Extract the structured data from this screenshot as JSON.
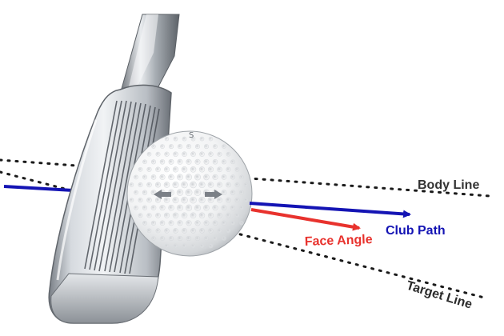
{
  "labels": {
    "body_line": "Body Line",
    "club_path": "Club Path",
    "face_angle": "Face Angle",
    "target_line": "Target Line"
  },
  "colors": {
    "club_path": "#1414b4",
    "face_angle": "#e8322d",
    "dotted_line": "#1a1a1a",
    "body_label": "#333333",
    "target_label": "#2a2a2a"
  },
  "icons": {
    "club": "golf-iron-club-head",
    "ball": "golf-ball"
  }
}
